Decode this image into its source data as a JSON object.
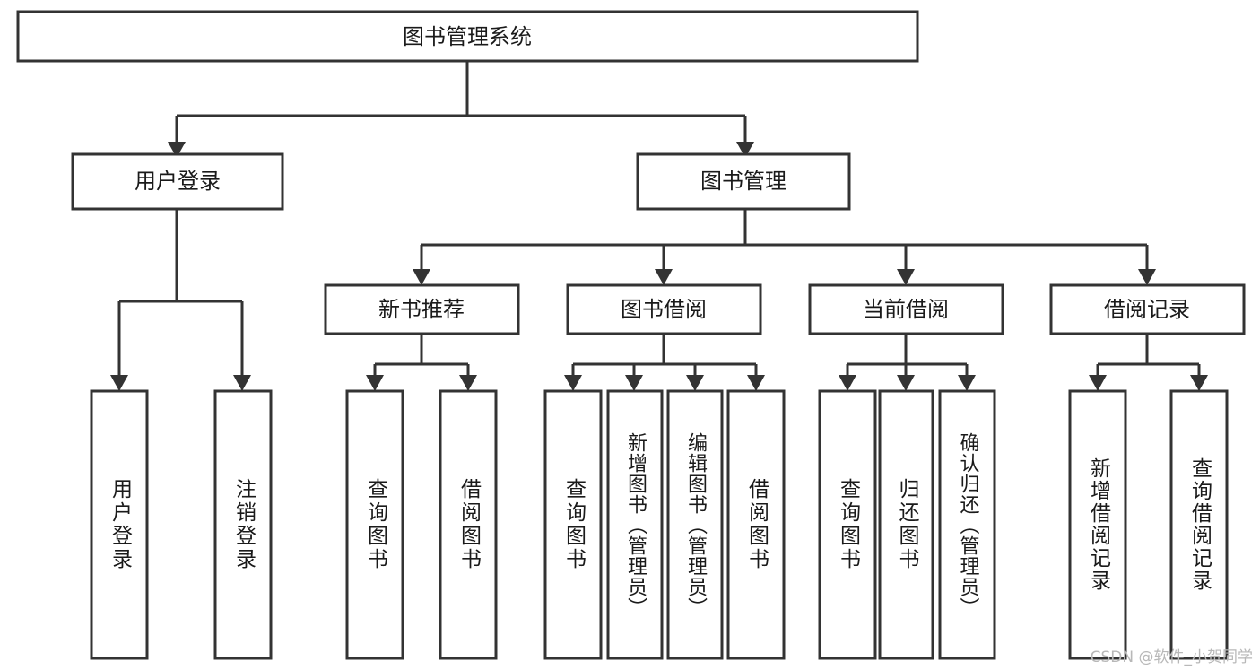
{
  "diagram": {
    "type": "tree-hierarchy",
    "title": "图书管理系统",
    "orientation": "top-down",
    "watermark": "CSDN @软件_小贺同学",
    "colors": {
      "stroke": "#333333",
      "fill": "#ffffff",
      "text": "#1a1a1a",
      "watermark": "#b8b8b8"
    },
    "levels": {
      "root": {
        "label": "图书管理系统"
      },
      "level2": [
        {
          "label": "用户登录"
        },
        {
          "label": "图书管理"
        }
      ],
      "level3": [
        {
          "label": "新书推荐"
        },
        {
          "label": "图书借阅"
        },
        {
          "label": "当前借阅"
        },
        {
          "label": "借阅记录"
        }
      ]
    },
    "leaves": {
      "user_login": [
        {
          "label": "用户登录"
        },
        {
          "label": "注销登录"
        }
      ],
      "new_book_recommend": [
        {
          "label": "查询图书"
        },
        {
          "label": "借阅图书"
        }
      ],
      "book_borrow": [
        {
          "label": "查询图书"
        },
        {
          "label": "新增图书（管理员）"
        },
        {
          "label": "编辑图书（管理员）"
        },
        {
          "label": "借阅图书"
        }
      ],
      "current_borrow": [
        {
          "label": "查询图书"
        },
        {
          "label": "归还图书"
        },
        {
          "label": "确认归还（管理员）"
        }
      ],
      "borrow_record": [
        {
          "label": "新增借阅记录"
        },
        {
          "label": "查询借阅记录"
        }
      ]
    }
  }
}
